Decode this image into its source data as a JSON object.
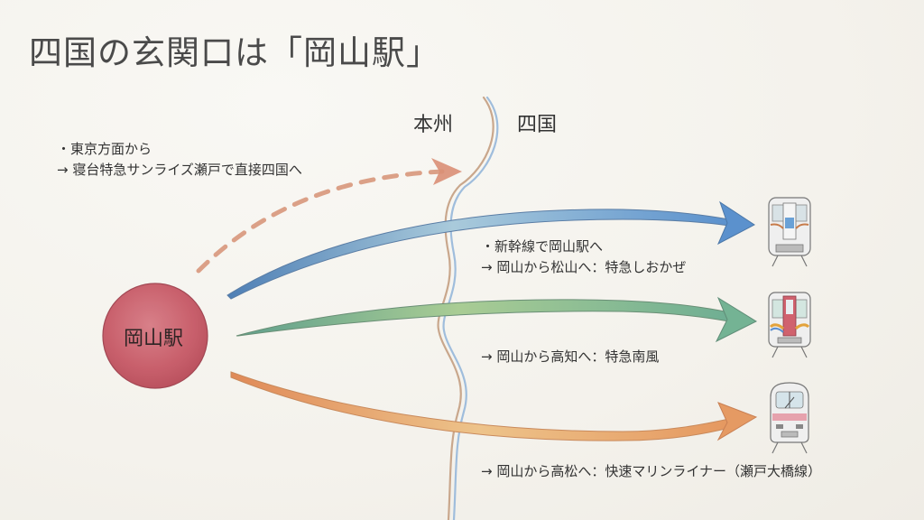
{
  "title": "四国の玄関口は「岡山駅」",
  "regions": {
    "honshu": "本州",
    "shikoku": "四国"
  },
  "station": {
    "name": "岡山駅",
    "color": "#c85a66"
  },
  "routes": [
    {
      "id": "sunrise",
      "style": "dashed",
      "color": "#d9967a",
      "lines": [
        "・東京方面から",
        "→ 寝台特急サンライズ瀬戸で直接四国へ"
      ]
    },
    {
      "id": "shiokaze",
      "style": "solid",
      "color": "#6a9ccc",
      "destination": "松山",
      "lines": [
        "・新幹線で岡山駅へ",
        "→ 岡山から松山へ：特急しおかぜ"
      ],
      "train_icon": "train-8000-series-icon"
    },
    {
      "id": "nanpu",
      "style": "solid",
      "color": "#7db08a",
      "destination": "高知",
      "lines": [
        "→ 岡山から高知へ：特急南風"
      ],
      "train_icon": "train-2700-series-icon"
    },
    {
      "id": "marine-liner",
      "style": "solid",
      "color": "#e0a56e",
      "destination": "高松",
      "lines": [
        "→ 岡山から高松へ：快速マリンライナー（瀬戸大橋線）"
      ],
      "train_icon": "train-5000-series-icon"
    }
  ],
  "coastline": {
    "colors": [
      "#c9a78c",
      "#9fbddc"
    ]
  }
}
